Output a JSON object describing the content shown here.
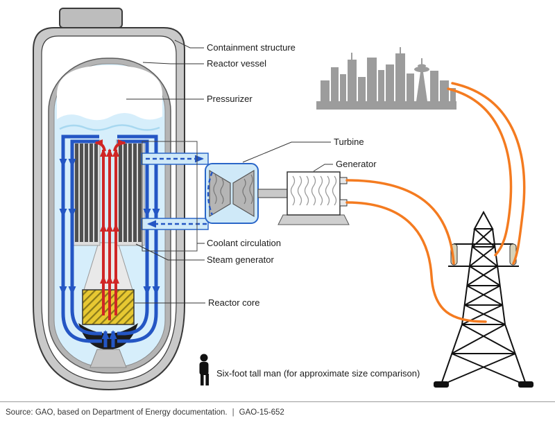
{
  "figure": {
    "labels": {
      "containment_structure": "Containment structure",
      "reactor_vessel": "Reactor vessel",
      "pressurizer": "Pressurizer",
      "turbine": "Turbine",
      "generator": "Generator",
      "coolant_circulation": "Coolant circulation",
      "steam_generator": "Steam generator",
      "reactor_core": "Reactor core",
      "size_comparison": "Six-foot tall man (for approximate size comparison)"
    },
    "icons": {
      "man": "six-foot-man-pictogram",
      "city": "city-skyline-silhouette",
      "space_needle": "space-needle-tower",
      "tower": "transmission-tower"
    },
    "colors": {
      "coolant_cold_blue": "#2456c4",
      "coolant_hot_red": "#d02525",
      "electricity_orange": "#f47b20",
      "core_yellow": "#e7c832",
      "vessel_water_blue": "#d6eefb",
      "structure_gray": "#c9c9c9"
    },
    "footer": {
      "source": "Source: GAO, based on Department of Energy documentation.",
      "separator": "|",
      "report_id": "GAO-15-652"
    }
  }
}
